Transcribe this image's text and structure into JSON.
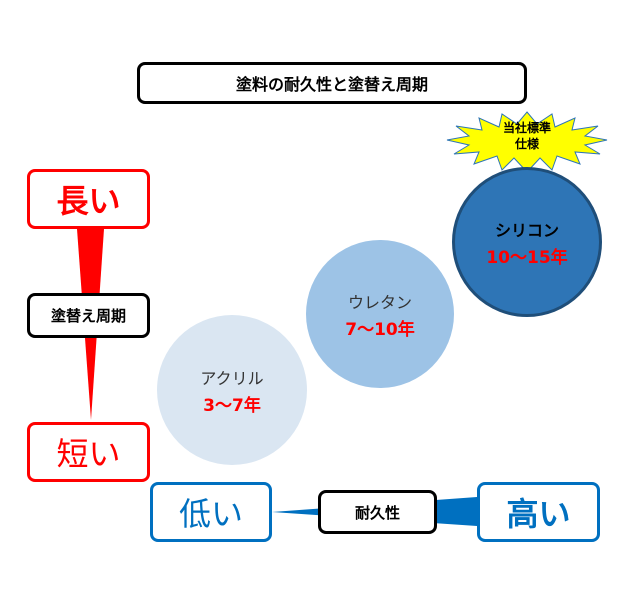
{
  "title": "塗料の耐久性と塗替え周期",
  "y_axis": {
    "label": "塗替え周期",
    "top": "長い",
    "bottom": "短い"
  },
  "x_axis": {
    "label": "耐久性",
    "left": "低い",
    "right": "高い"
  },
  "paints": [
    {
      "name": "アクリル",
      "years": "3～7年"
    },
    {
      "name": "ウレタン",
      "years": "7～10年"
    },
    {
      "name": "シリコン",
      "years": "10～15年"
    }
  ],
  "badge": {
    "line1": "当社標準",
    "line2": "仕様"
  },
  "colors": {
    "red": "#ff0000",
    "blue": "#0070c0",
    "acrylic": "#dae6f2",
    "urethane": "#9dc3e6",
    "silicone": "#2e75b6",
    "badge": "#ffff00"
  }
}
